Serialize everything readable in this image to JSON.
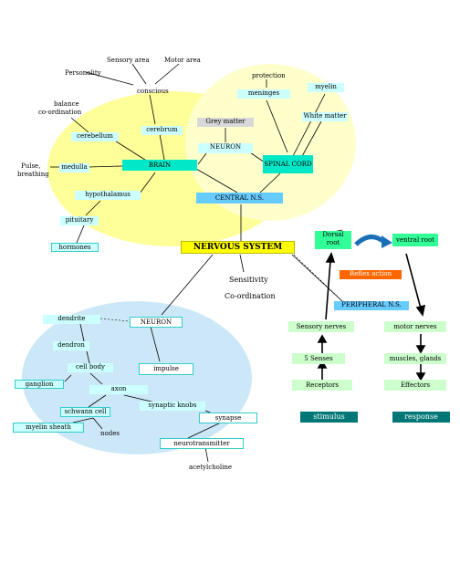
{
  "colors": {
    "yellow_blob": "#ffff99",
    "light_yellow_blob": "#ffffcc",
    "blue_blob": "#cce8f8",
    "title_yellow": "#ffff00",
    "response_teal": "#007777",
    "reflex_orange": "#ff6600"
  },
  "labels": {
    "sensory_area": "Sensory area",
    "motor_area": "Motor area",
    "personality": "Personality",
    "conscious": "conscious",
    "protection": "protection",
    "meninges": "meninges",
    "myelin": "myelin",
    "balance": "balance",
    "co_ordination": "co-ordination",
    "white_matter": "White matter",
    "grey_matter": "Grey matter",
    "cerebellum": "cerebellum",
    "cerebrum": "cerebrum",
    "neuron_top": "NEURON",
    "pulse": "Pulse,",
    "breathing": "breathing",
    "medulla": "medulla",
    "brain": "BRAIN",
    "spinal_cord": "SPINAL CORD",
    "hypothalamus": "hypothalamus",
    "central_ns": "CENTRAL N.S.",
    "pituitary": "pituitary",
    "dorsal_root_1": "Dorsal",
    "dorsal_root_2": "root",
    "ventral_root": "ventral root",
    "hormones": "hormones",
    "nervous_system": "NERVOUS SYSTEM",
    "reflex_action": "Reflex action",
    "sensitivity": "Sensitivity",
    "coordination": "Co-ordination",
    "peripheral_ns": "PERIPHERAL N.S.",
    "dendrite": "dendrite",
    "neuron_bottom": "NEURON",
    "sensory_nerves": "Sensory nerves",
    "motor_nerves": "motor nerves",
    "dendron": "dendron",
    "five_senses": "5 Senses",
    "muscles_glands": "muscles, glands",
    "cell_body": "cell body",
    "impulse": "impulse",
    "ganglion": "ganglion",
    "axon": "axon",
    "receptors": "Receptors",
    "effectors": "Effectors",
    "schwann_cell": "schwann cell",
    "synaptic_knobs": "synaptic knobs",
    "synapse": "synapse",
    "myelin_sheath": "myelin sheath",
    "nodes": "nodes",
    "stimulus": "stimulus",
    "response": "response",
    "neurotransmitter": "neurotransmitter",
    "acetylcholine": "acetylcholine"
  }
}
